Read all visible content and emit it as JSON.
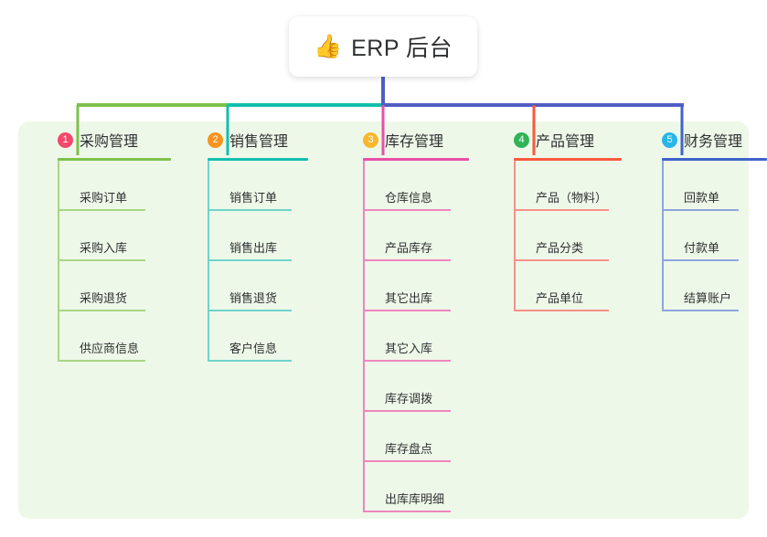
{
  "title": {
    "icon": "thumbs-up-icon",
    "icon_glyph": "👍",
    "text": "ERP 后台"
  },
  "theme": {
    "panel_bg": "#eef8e9",
    "page_bg": "#ffffff",
    "card_bg": "#ffffff",
    "text": "#2f3032",
    "stem": "#4f5ec4"
  },
  "columns": [
    {
      "number": "1",
      "label": "采购管理",
      "badge_color": "#f24a6c",
      "line_color": "#7dc14a",
      "leaf_line_color": "#a8d585",
      "items": [
        "采购订单",
        "采购入库",
        "采购退货",
        "供应商信息"
      ]
    },
    {
      "number": "2",
      "label": "销售管理",
      "badge_color": "#f7931e",
      "line_color": "#12bfae",
      "leaf_line_color": "#6fd4c9",
      "items": [
        "销售订单",
        "销售出库",
        "销售退货",
        "客户信息"
      ]
    },
    {
      "number": "3",
      "label": "库存管理",
      "badge_color": "#f8b72c",
      "line_color": "#e850a8",
      "leaf_line_color": "#ef86bf",
      "items": [
        "仓库信息",
        "产品库存",
        "其它出库",
        "其它入库",
        "库存调拨",
        "库存盘点",
        "出库库明细"
      ]
    },
    {
      "number": "4",
      "label": "产品管理",
      "badge_color": "#2fb457",
      "line_color": "#f9593f",
      "leaf_line_color": "#f7918a",
      "items": [
        "产品（物料）",
        "产品分类",
        "产品单位"
      ]
    },
    {
      "number": "5",
      "label": "财务管理",
      "badge_color": "#29b6e8",
      "line_color": "#3f63c8",
      "leaf_line_color": "#8fa5dc",
      "items": [
        "回款单",
        "付款单",
        "结算账户"
      ]
    }
  ]
}
